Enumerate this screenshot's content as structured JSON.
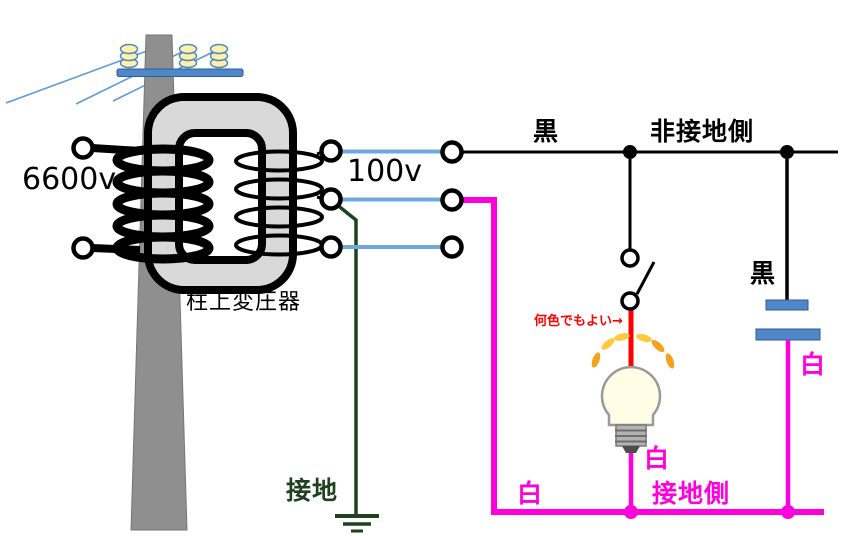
{
  "labels": {
    "primary_voltage": "6600v",
    "secondary_voltage": "100v",
    "transformer_name": "柱上変圧器",
    "line_black_top": "黒",
    "non_grounded_side": "非接地側",
    "line_black_right": "黒",
    "line_white_outlet": "白",
    "line_white_bulb": "白",
    "line_white_bus": "白",
    "grounded_side": "接地側",
    "ground": "接地",
    "switch_wire_note": "何色でもよい→"
  },
  "colors": {
    "wire_black": "#000000",
    "wire_magenta": "#ff00dc",
    "wire_green": "#1e421e",
    "wire_red": "#ff0000",
    "link_blue": "#6fa8dc",
    "arm_blue": "#4f87c9",
    "arm_blue_dark": "#2e5c94",
    "insulator_yellow": "#fff1a8",
    "pole_gray": "#8f8f8f",
    "core_gray": "#d9d9d9",
    "bulb_fill": "#fffde6",
    "bulb_outline": "#9a9a9a",
    "ray_orange": "#f5a21b",
    "ray_gold": "#ffc83d"
  }
}
